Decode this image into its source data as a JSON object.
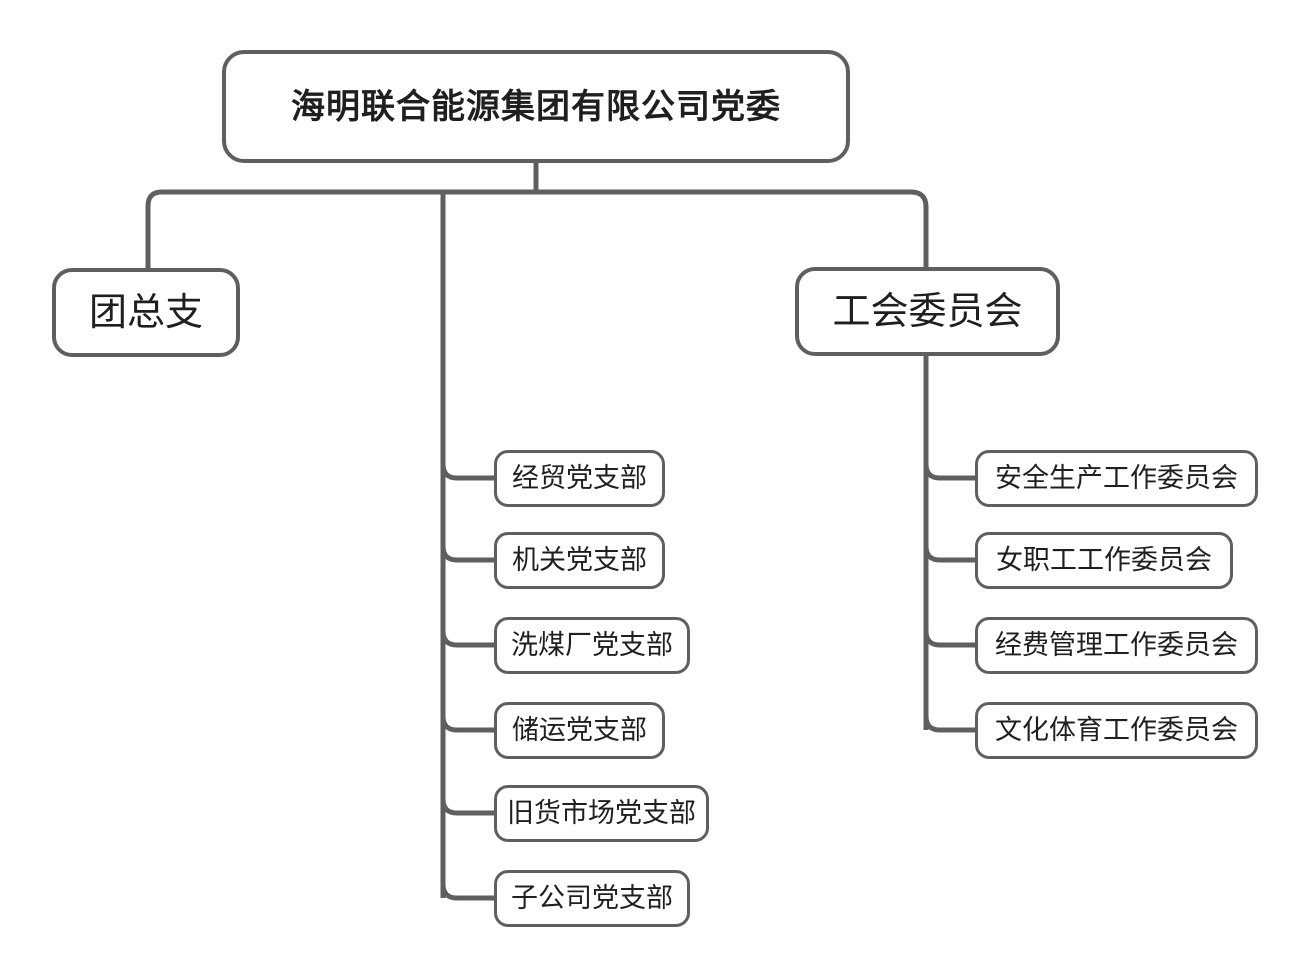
{
  "diagram": {
    "type": "organization-chart",
    "title_node": {
      "label": "海明联合能源集团有限公司党委",
      "level": "root"
    },
    "stroke_color": "#5f5f5f",
    "box_fill": "#ffffff",
    "text_color": "#1f1f1f",
    "level2_nodes": [
      {
        "label": "团总支",
        "position": "left"
      },
      {
        "label": "工会委员会",
        "position": "right"
      }
    ],
    "party_branches": {
      "trunk": "center",
      "items": [
        {
          "label": "经贸党支部"
        },
        {
          "label": "机关党支部"
        },
        {
          "label": "洗煤厂党支部"
        },
        {
          "label": "储运党支部"
        },
        {
          "label": "旧货市场党支部"
        },
        {
          "label": "子公司党支部"
        }
      ]
    },
    "union_committees": {
      "trunk": "right",
      "items": [
        {
          "label": "安全生产工作委员会"
        },
        {
          "label": "女职工工作委员会"
        },
        {
          "label": "经费管理工作委员会"
        },
        {
          "label": "文化体育工作委员会"
        }
      ]
    }
  }
}
